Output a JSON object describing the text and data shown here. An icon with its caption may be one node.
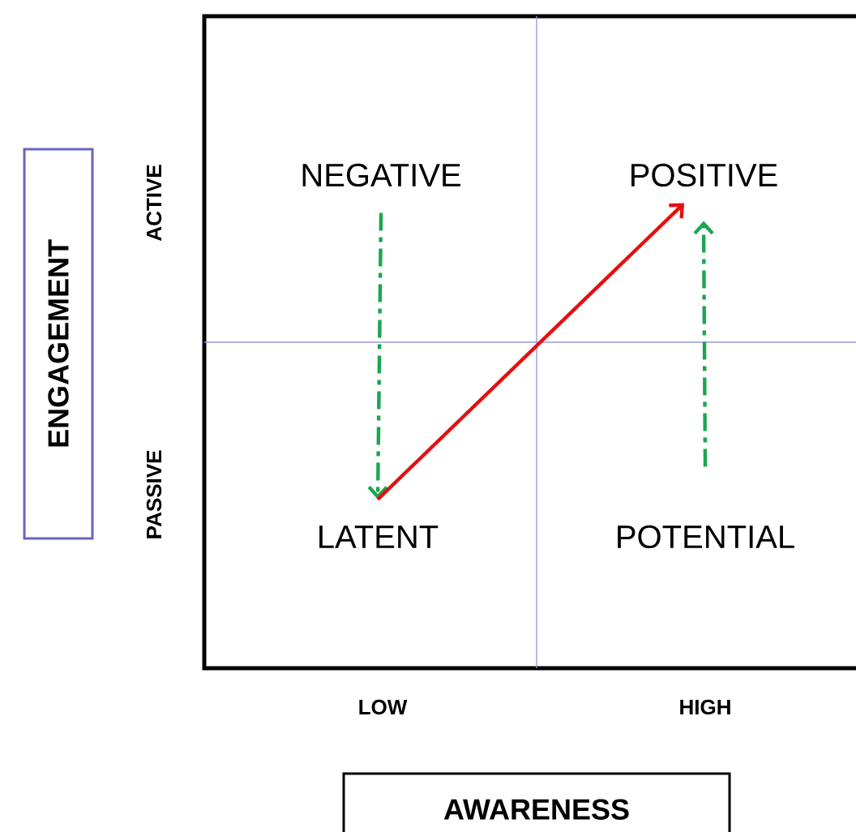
{
  "diagram": {
    "nodes": [
      {
        "text": [
          "NEGATIVE"
        ]
      },
      {
        "text": [
          "POSITIVE"
        ]
      },
      {
        "text": [
          "LATENT"
        ]
      },
      {
        "text": [
          "POTENTIAL"
        ]
      },
      {
        "text": [
          "ENGAGEMENT"
        ]
      },
      {
        "text": [
          "AWARENESS"
        ]
      }
    ],
    "edges": [
      {
        "from": 0,
        "to": 2,
        "arrow": "to",
        "style": "dashed"
      },
      {
        "from": 2,
        "to": 1,
        "arrow": "to",
        "color": "#e41010"
      },
      {
        "from": 3,
        "to": 1,
        "arrow": "to",
        "style": "dashed"
      }
    ],
    "labels": [
      "ACTIVE",
      "PASSIVE",
      "LOW",
      "HIGH"
    ]
  }
}
